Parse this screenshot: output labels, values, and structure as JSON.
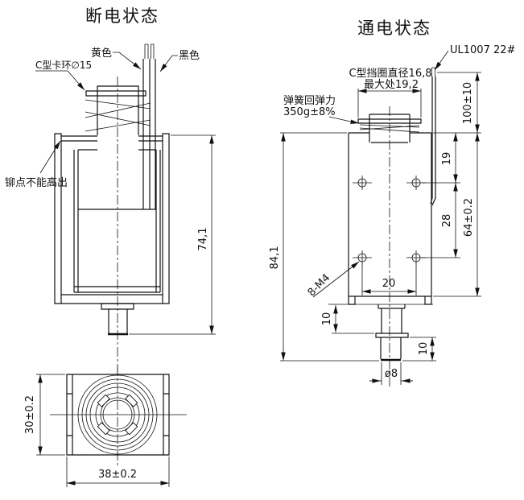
{
  "drawing": {
    "line_color": "#111111",
    "background_color": "#ffffff",
    "left": {
      "title": "断电状态",
      "labels": {
        "wire_yellow": "黄色",
        "wire_black": "黑色",
        "c_ring": "C型卡环∅15",
        "rivet_note": "铆点不能高出"
      },
      "dims": {
        "overall_height": "74,1"
      }
    },
    "right": {
      "title": "通电状态",
      "labels": {
        "wire_spec": "UL1007 22#",
        "c_ring_dia_line1": "C型挡圈直径16,8",
        "c_ring_dia_line2": "最大处19,2",
        "spring_force_line1": "弹簧回弹力",
        "spring_force_line2": "350g±8%",
        "thread_callout": "8-M4"
      },
      "dims": {
        "wire_length": "100±10",
        "overall_height": "84,1",
        "hole_top_offset": "19",
        "hole_pitch": "28",
        "body_height": "64±0.2",
        "hole_span": "20",
        "flange_offset": "10",
        "pin_length": "10",
        "pin_diameter": "ø8"
      }
    },
    "bottom": {
      "dims": {
        "depth": "30±0.2",
        "width": "38±0.2"
      }
    }
  }
}
